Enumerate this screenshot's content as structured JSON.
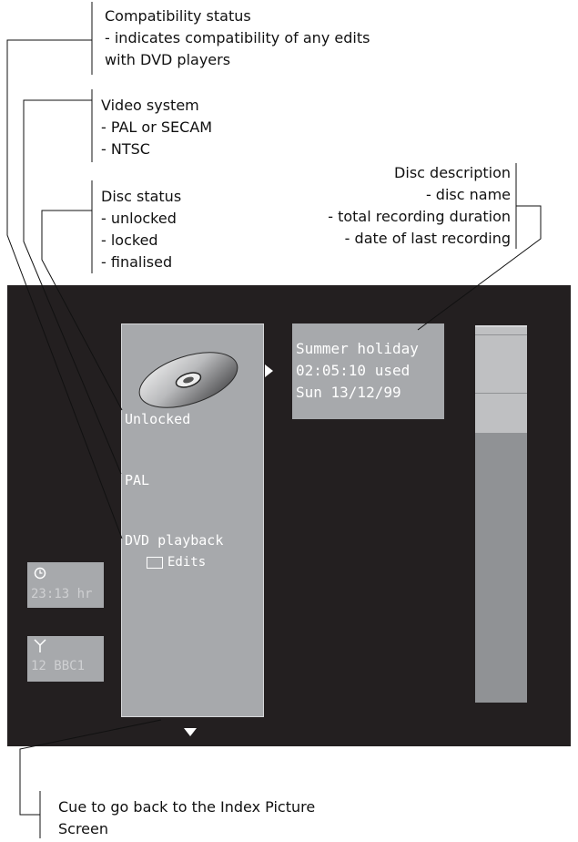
{
  "annotations": {
    "compat_title": "Compatibility status",
    "compat_line1": "- indicates compatibility of any edits",
    "compat_line2": "with DVD players",
    "video_title": "Video system",
    "video_line1": "- PAL or SECAM",
    "video_line2": "- NTSC",
    "disc_status_title": "Disc status",
    "disc_status_line1": "- unlocked",
    "disc_status_line2": "- locked",
    "disc_status_line3": "- finalised",
    "disc_desc_title": "Disc description",
    "disc_desc_line1": "- disc name",
    "disc_desc_line2": "- total recording duration",
    "disc_desc_line3": "- date of last recording",
    "cue_line1": "Cue to go back to the Index Picture",
    "cue_line2": "Screen"
  },
  "screen": {
    "disc_status": "Unlocked",
    "video_system": "PAL",
    "dvd_playback": "DVD playback",
    "edits_label": "Edits",
    "disc_name": "Summer holiday",
    "duration": "02:05:10 used",
    "last_recording_date": "Sun 13/12/99",
    "clock_time": "23:13 hr",
    "channel": "12 BBC1",
    "icons": {
      "disc": "disc-icon",
      "clock": "clock-icon",
      "antenna": "antenna-icon",
      "right_arrow": "right-arrow-icon",
      "down_arrow": "down-arrow-icon",
      "checkbox": "checkbox-icon"
    }
  },
  "colors": {
    "screen_bg": "#231f20",
    "panel": "#a7a9ac",
    "text": "#ffffff"
  }
}
